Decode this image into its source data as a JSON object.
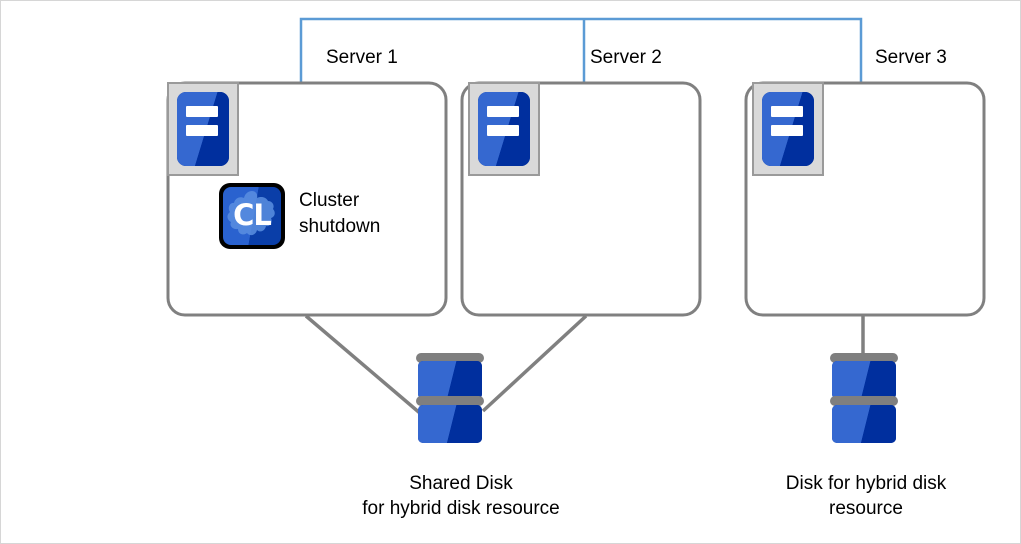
{
  "diagram": {
    "title_nodes": {
      "server1": "Server 1",
      "server2": "Server 2",
      "server3": "Server 3"
    },
    "cluster_shutdown": {
      "label": "Cluster\nshutdown",
      "icon_text": "CL",
      "icon_name": "cluster-icon"
    },
    "disks": [
      {
        "id": "shared-disk",
        "label": "Shared Disk\nfor hybrid disk resource"
      },
      {
        "id": "local-disk",
        "label": "Disk for hybrid disk\nresource"
      }
    ],
    "colors": {
      "network_line": "#5b9bd5",
      "connector_line": "#808080",
      "server_box_border": "#808080",
      "icon_blue_light": "#3568d0",
      "icon_blue_dark": "#002f9e",
      "icon_frame": "#d9d9d9",
      "disk_platter": "#7f7f7f",
      "text": "#000000",
      "page_border": "#d6d6d6"
    }
  }
}
